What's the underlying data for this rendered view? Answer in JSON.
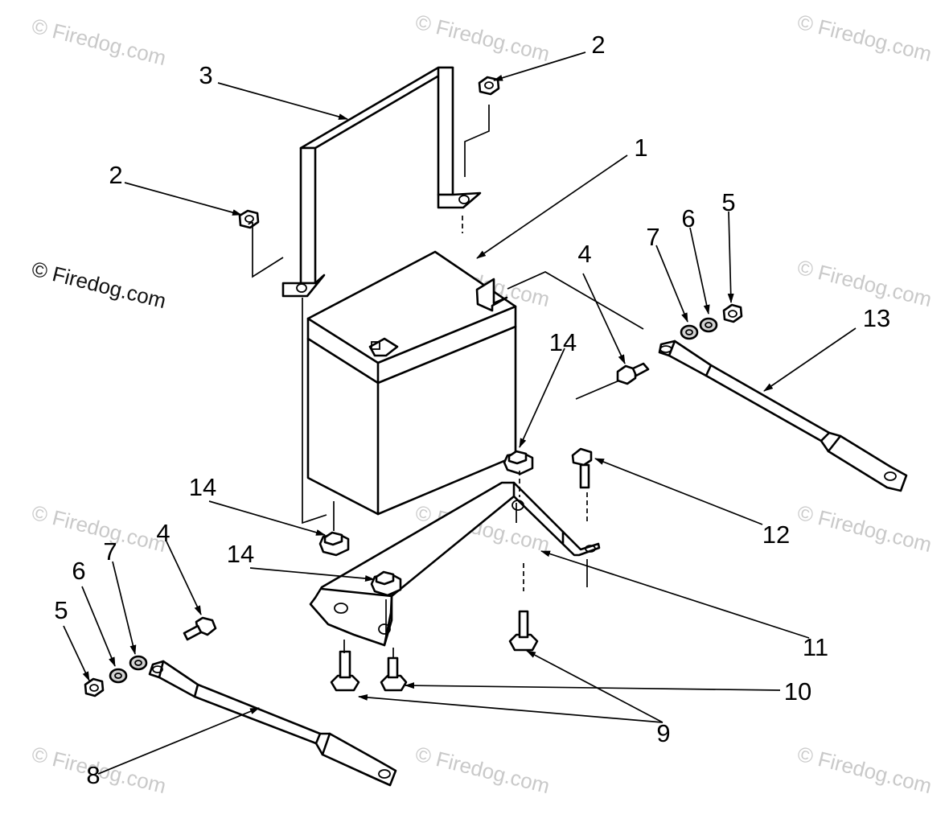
{
  "watermark": {
    "main_text": "© Firedog.com",
    "faint_text": "© Firedog.com"
  },
  "callouts": [
    {
      "id": "c1",
      "label": "1"
    },
    {
      "id": "c2a",
      "label": "2"
    },
    {
      "id": "c2b",
      "label": "2"
    },
    {
      "id": "c3",
      "label": "3"
    },
    {
      "id": "c4a",
      "label": "4"
    },
    {
      "id": "c4b",
      "label": "4"
    },
    {
      "id": "c5a",
      "label": "5"
    },
    {
      "id": "c5b",
      "label": "5"
    },
    {
      "id": "c6a",
      "label": "6"
    },
    {
      "id": "c6b",
      "label": "6"
    },
    {
      "id": "c7a",
      "label": "7"
    },
    {
      "id": "c7b",
      "label": "7"
    },
    {
      "id": "c8",
      "label": "8"
    },
    {
      "id": "c9",
      "label": "9"
    },
    {
      "id": "c10",
      "label": "10"
    },
    {
      "id": "c11",
      "label": "11"
    },
    {
      "id": "c12",
      "label": "12"
    },
    {
      "id": "c13",
      "label": "13"
    },
    {
      "id": "c14a",
      "label": "14"
    },
    {
      "id": "c14b",
      "label": "14"
    },
    {
      "id": "c14c",
      "label": "14"
    }
  ]
}
